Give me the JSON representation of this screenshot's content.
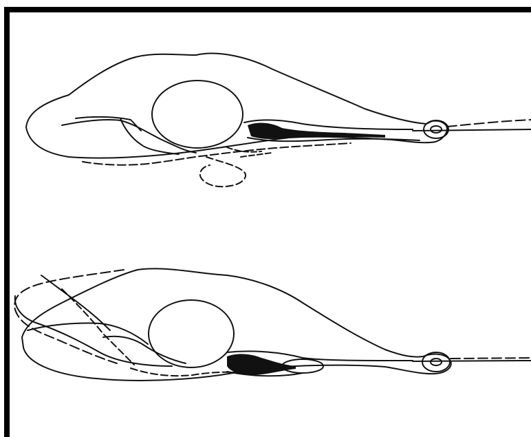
{
  "figure": {
    "frame_color": "#000000",
    "line_color": "#111111",
    "background": "#ffffff",
    "panels": [
      {
        "id": "upper",
        "icon": "anatomical-outline-diagram"
      },
      {
        "id": "lower",
        "icon": "anatomical-outline-diagram"
      }
    ]
  }
}
